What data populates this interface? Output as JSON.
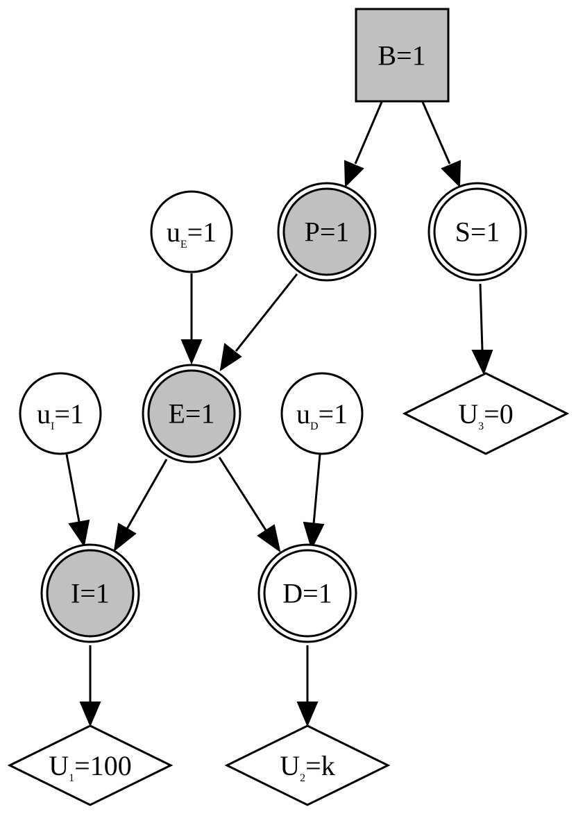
{
  "colors": {
    "filled": "#c0c0c0",
    "unfilled": "#ffffff",
    "stroke": "#000000"
  },
  "nodes": {
    "B": {
      "main": "B=1",
      "shape": "square",
      "filled": true
    },
    "P": {
      "main": "P=1",
      "shape": "double-circle",
      "filled": true
    },
    "S": {
      "main": "S=1",
      "shape": "double-circle",
      "filled": false
    },
    "uE": {
      "base": "u",
      "sub": "E",
      "rest": "=1",
      "shape": "circle",
      "filled": false
    },
    "E": {
      "main": "E=1",
      "shape": "double-circle",
      "filled": true
    },
    "uI": {
      "base": "u",
      "sub": "I",
      "rest": "=1",
      "shape": "circle",
      "filled": false
    },
    "uD": {
      "base": "u",
      "sub": "D",
      "rest": "=1",
      "shape": "circle",
      "filled": false
    },
    "I": {
      "main": "I=1",
      "shape": "double-circle",
      "filled": true
    },
    "D": {
      "main": "D=1",
      "shape": "double-circle",
      "filled": false
    },
    "U3": {
      "base": "U",
      "sub": "3",
      "rest": "=0",
      "shape": "diamond",
      "filled": false
    },
    "U1": {
      "base": "U",
      "sub": "1",
      "rest": "=100",
      "shape": "diamond",
      "filled": false
    },
    "U2": {
      "base": "U",
      "sub": "2",
      "rest": "=k",
      "shape": "diamond",
      "filled": false
    }
  },
  "edges": [
    [
      "B",
      "P"
    ],
    [
      "B",
      "S"
    ],
    [
      "P",
      "E"
    ],
    [
      "uE",
      "E"
    ],
    [
      "S",
      "U3"
    ],
    [
      "uI",
      "I"
    ],
    [
      "E",
      "I"
    ],
    [
      "E",
      "D"
    ],
    [
      "uD",
      "D"
    ],
    [
      "I",
      "U1"
    ],
    [
      "D",
      "U2"
    ]
  ]
}
